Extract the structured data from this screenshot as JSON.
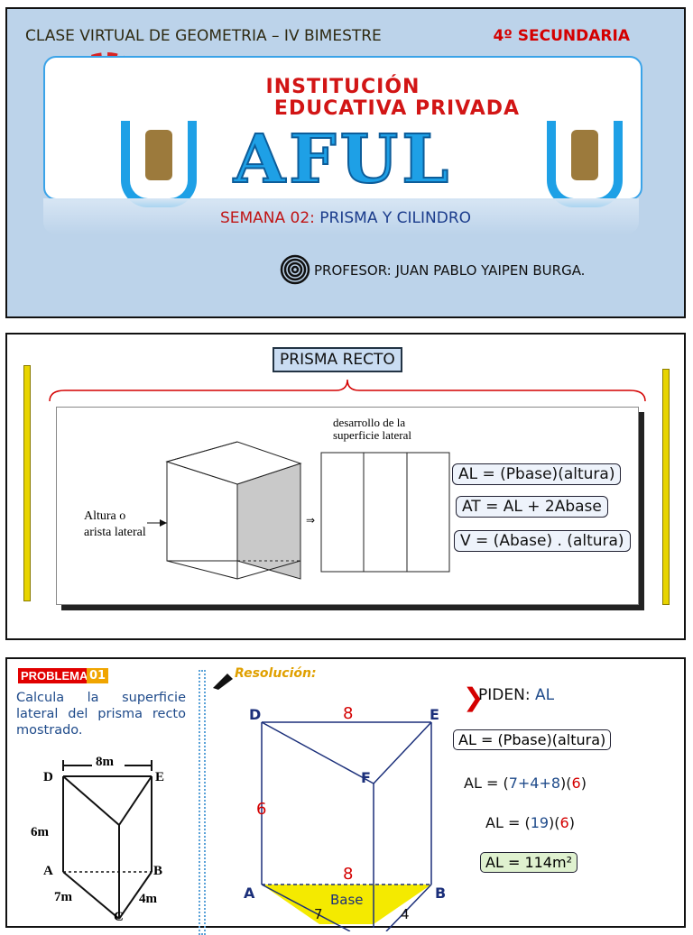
{
  "slide1": {
    "top_left": "CLASE VIRTUAL DE GEOMETRIA – IV BIMESTRE",
    "top_right": "4º SECUNDARIA",
    "inst_line1": "INSTITUCIÓN",
    "inst_line2": "EDUCATIVA PRIVADA",
    "brand": "AFUL",
    "u_letter": "U",
    "semana_prefix": "SEMANA 02: ",
    "semana_topic": "PRISMA Y CILINDRO",
    "profesor": "PROFESOR: JUAN PABLO YAIPEN BURGA."
  },
  "slide2": {
    "title": "PRISMA RECTO",
    "altura_label_1": "Altura o",
    "altura_label_2": "arista lateral",
    "desarrollo_1": "desarrollo    de    la",
    "desarrollo_2": "superficie lateral",
    "implies": "⇒",
    "f1_a": "AL = (Pbase)(altura)",
    "f2_a": "AT = AL + 2Abase",
    "f3_a": "V = (Abase) . (altura)"
  },
  "slide3": {
    "problema": "PROBLEMA",
    "problema_num": "01",
    "problem_text": "Calcula la superficie lateral del prisma recto mostrado.",
    "resolucion": "Resolución:",
    "left_fig": {
      "D": "D",
      "E": "E",
      "top": "8m",
      "h": "6m",
      "A": "A",
      "B": "B",
      "a": "7m",
      "b": "4m",
      "C": "C"
    },
    "right_fig": {
      "D": "D",
      "E": "E",
      "F": "F",
      "top": "8",
      "h": "6",
      "A": "A",
      "B": "B",
      "mid": "8",
      "base": "Base",
      "a": "7",
      "b": "4"
    },
    "piden": "PIDEN: ",
    "piden_val": "AL",
    "eq1": "AL = (Pbase)(altura)",
    "eq2_pre": "AL = (",
    "eq2_sum": "7+4+8",
    "eq2_mid": ")(",
    "eq2_h": "6",
    "eq2_end": ")",
    "eq3_pre": "AL = (",
    "eq3_sum": "19",
    "eq3_mid": ")(",
    "eq3_h": "6",
    "eq3_end": ")",
    "eq4": "AL = 114m²"
  }
}
